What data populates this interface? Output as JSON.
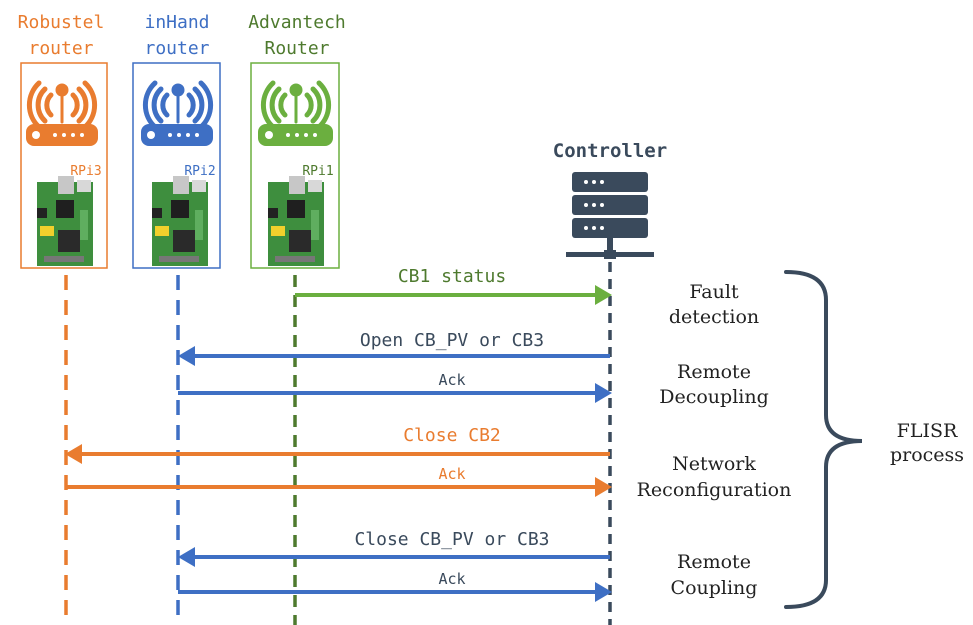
{
  "colors": {
    "orange": "#E97C2F",
    "blue": "#3E6FC4",
    "green": "#6BAF3F",
    "dark_green": "#4E7A2E",
    "navy": "#3A4A5C",
    "black": "#222222"
  },
  "devices": {
    "robustel": {
      "line1": "Robustel",
      "line2": "router",
      "pi": "RPi3",
      "icon": "wifi-router-icon"
    },
    "inhand": {
      "line1": "inHand",
      "line2": "router",
      "pi": "RPi2",
      "icon": "wifi-router-icon"
    },
    "advantech": {
      "line1": "Advantech",
      "line2": "Router",
      "pi": "RPi1",
      "icon": "wifi-router-icon"
    }
  },
  "controller": {
    "label": "Controller",
    "icon": "server-icon"
  },
  "messages": [
    {
      "text": "CB1 status"
    },
    {
      "text": "Open CB_PV or CB3"
    },
    {
      "text": "Ack"
    },
    {
      "text": "Close CB2"
    },
    {
      "text": "Ack"
    },
    {
      "text": "Close CB_PV or CB3"
    },
    {
      "text": "Ack"
    }
  ],
  "phases": [
    {
      "line1": "Fault",
      "line2": "detection"
    },
    {
      "line1": "Remote",
      "line2": "Decoupling"
    },
    {
      "line1": "Network",
      "line2": "Reconfiguration"
    },
    {
      "line1": "Remote",
      "line2": "Coupling"
    }
  ],
  "process": {
    "line1": "FLISR",
    "line2": "process"
  }
}
